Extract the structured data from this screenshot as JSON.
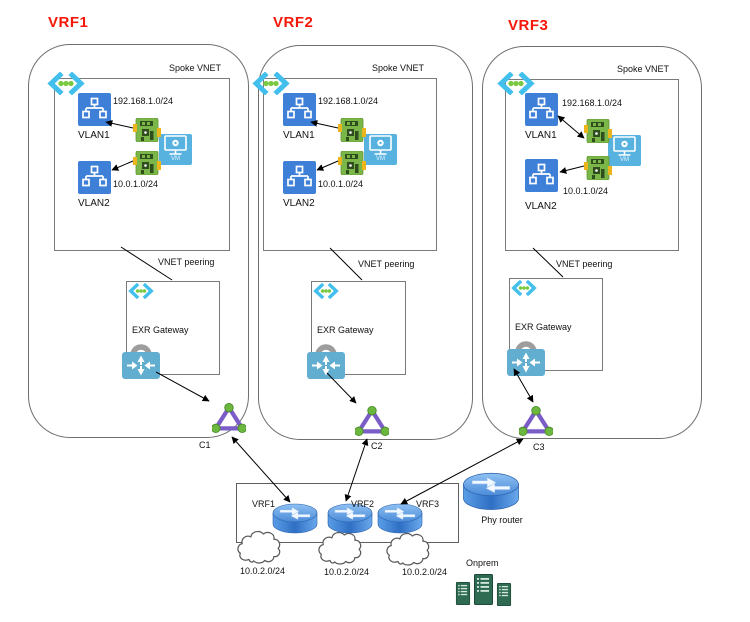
{
  "panels": [
    {
      "title": "VRF1",
      "spoke_label": "Spoke VNET",
      "vlan1_label": "VLAN1",
      "vlan1_cidr": "192.168.1.0/24",
      "vlan2_label": "VLAN2",
      "vlan2_cidr": "10.0.1.0/24",
      "vm_label": "VM",
      "peering_label": "VNET peering",
      "gateway_label": "EXR Gateway",
      "circuit_label": "C1"
    },
    {
      "title": "VRF2",
      "spoke_label": "Spoke VNET",
      "vlan1_label": "VLAN1",
      "vlan1_cidr": "192.168.1.0/24",
      "vlan2_label": "VLAN2",
      "vlan2_cidr": "10.0.1.0/24",
      "vm_label": "VM",
      "peering_label": "VNET peering",
      "gateway_label": "EXR Gateway",
      "circuit_label": "C2"
    },
    {
      "title": "VRF3",
      "spoke_label": "Spoke VNET",
      "vlan1_label": "VLAN1",
      "vlan1_cidr": "192.168.1.0/24",
      "vlan2_label": "VLAN2",
      "vlan2_cidr": "10.0.1.0/24",
      "vm_label": "VM",
      "peering_label": "VNET peering",
      "gateway_label": "EXR Gateway",
      "circuit_label": "C3"
    }
  ],
  "underlay": {
    "routers": [
      {
        "label": "VRF1",
        "cidr": "10.0.2.0/24"
      },
      {
        "label": "VRF2",
        "cidr": "10.0.2.0/24"
      },
      {
        "label": "VRF3",
        "cidr": "10.0.2.0/24"
      }
    ],
    "phy_router_label": "Phy router",
    "onprem_label": "Onprem"
  },
  "colors": {
    "vrf_title_red": "#f5180a",
    "vlan_square_blue": "#3e7fd8",
    "vm_square_blue": "#57b2e0",
    "nic_green": "#7ab648",
    "nic_yellow": "#edb51c",
    "vnet_chevron_blue": "#43bfee",
    "vnet_dot_green": "#79c943",
    "gateway_blue": "#62aed0",
    "gateway_shackle_gray": "#9d9d9d",
    "circuit_purple": "#7b5dc7",
    "circuit_dot_green": "#6cb83f",
    "router_blue": "#4a90e2",
    "server_green": "#2e6b52"
  }
}
